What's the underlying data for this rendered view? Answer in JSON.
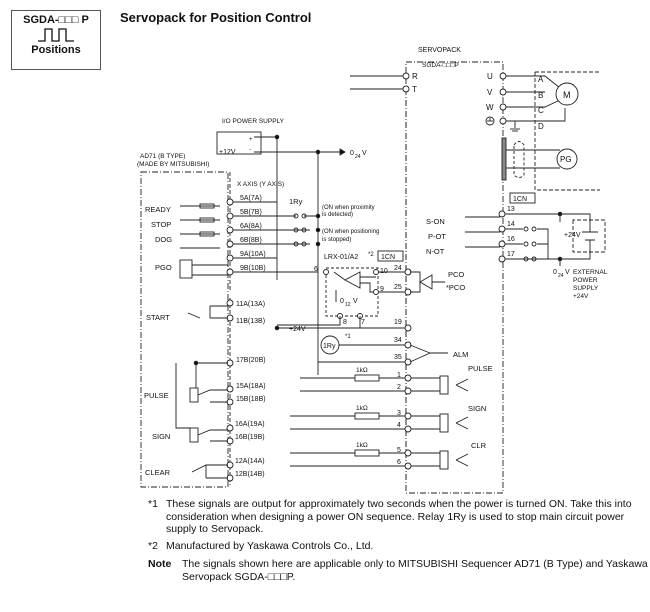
{
  "badge": {
    "model": "SGDA-□□□ P",
    "icon": "pulse-train-icon",
    "label": "Positions"
  },
  "title": "Servopack for Position Control",
  "diagram": {
    "servopack": {
      "label": "SERVOPACK",
      "model": "SGDA-□□□P",
      "power_terminals": [
        "R",
        "T"
      ],
      "motor_terminals": [
        "U",
        "V",
        "W"
      ],
      "ground_icon": "protective-ground-icon",
      "motor_wires": [
        "A",
        "B",
        "C",
        "D"
      ],
      "motor_label": "M",
      "encoder_label": "PG",
      "connector": "1CN"
    },
    "io_power": {
      "label": "I/O POWER SUPPLY",
      "voltage": "+12V",
      "plus": "+",
      "minus": "-",
      "ground_label": "0",
      "ground_sub": "24",
      "ground_unit": "V"
    },
    "controller": {
      "name": "AD71 (B TYPE)",
      "maker": "(MADE BY MITSUBISHI)",
      "axis_label": "X AXIS (Y AXIS)",
      "signals": [
        "READY",
        "STOP",
        "DOG",
        "PGO",
        "START",
        "PULSE",
        "SIGN",
        "CLEAR"
      ],
      "pins": [
        "5A(7A)",
        "5B(7B)",
        "6A(8A)",
        "6B(8B)",
        "9A(10A)",
        "9B(10B)",
        "11A(13A)",
        "11B(13B)",
        "17B(20B)",
        "15A(18A)",
        "15B(18B)",
        "16A(19A)",
        "16B(19B)",
        "12A(14A)",
        "12B(14B)"
      ]
    },
    "relay": {
      "label": "1Ry",
      "note1": "(ON when proximity",
      "note1b": "is detected)",
      "note2": "(ON when positioning",
      "note2b": "is stopped)"
    },
    "line_receiver": {
      "label": "LRX-01/A2",
      "footnote_mark": "*2",
      "connector": "1CN",
      "pins": [
        "6",
        "10",
        "9",
        "8",
        "7"
      ],
      "supply": "0",
      "supply_sub": "12",
      "supply_unit": "V"
    },
    "cn_pins": {
      "pco": "24",
      "npco": "25",
      "p19": "19",
      "p34": "34",
      "p35": "35",
      "p1": "1",
      "p2": "2",
      "p3": "3",
      "p4": "4",
      "p5": "5",
      "p6": "6",
      "p13": "13",
      "p14": "14",
      "p16": "16",
      "p17": "17"
    },
    "servo_signals": {
      "pco": "PCO",
      "npco": "*PCO",
      "alm": "ALM",
      "pulse": "PULSE",
      "sign": "SIGN",
      "clr": "CLR",
      "son": "S-ON",
      "pot": "P-OT",
      "not": "N-OT"
    },
    "supply_24": "+24V",
    "relay_coil": "1Ry",
    "relay_note": "*1",
    "resistor": "1kΩ",
    "external_supply": {
      "v": "+24V",
      "ground": "0",
      "ground_sub": "24",
      "ground_unit": "V",
      "lines": [
        "EXTERNAL",
        "POWER",
        "SUPPLY",
        "+24V"
      ]
    }
  },
  "footnotes": [
    {
      "mark": "*1",
      "text": "These signals are output for approximately two seconds when the power is turned ON. Take this into consideration when designing a power ON sequence. Relay 1Ry is used to stop main circuit power supply to Servopack."
    },
    {
      "mark": "*2",
      "text": "Manufactured by Yaskawa Controls Co., Ltd."
    }
  ],
  "note": {
    "mark": "Note",
    "text": "The signals shown here are applicable only to MITSUBISHI Sequencer AD71 (B Type) and Yaskawa Servopack SGDA-□□□P."
  }
}
